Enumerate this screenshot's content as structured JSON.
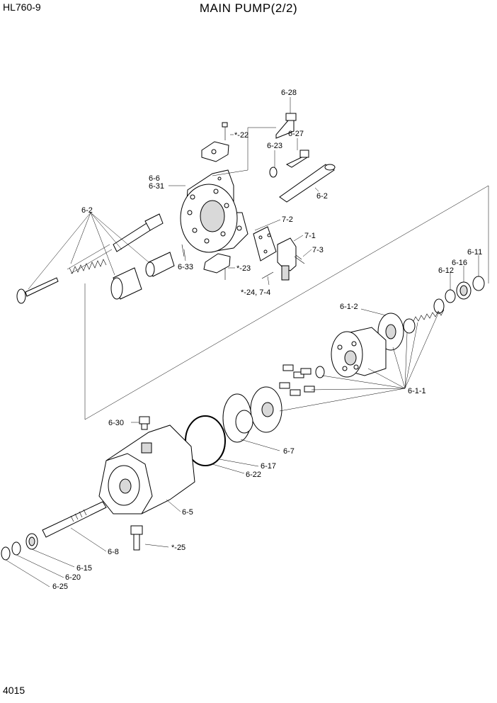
{
  "header": {
    "model": "HL760-9",
    "title": "MAIN PUMP(2/2)"
  },
  "footer": {
    "page_number": "4015"
  },
  "callouts": {
    "c6_28": "6-28",
    "c22": "*-22",
    "c6_27": "6-27",
    "c6_23": "6-23",
    "c6_6": "6-6",
    "c6_31": "6-31",
    "c6_2a": "6-2",
    "c6_2b": "6-2",
    "c7_2": "7-2",
    "c7_1": "7-1",
    "c7_3": "7-3",
    "c6_33": "6-33",
    "c23": "*-23",
    "c24": "*-24, 7-4",
    "c6_11": "6-11",
    "c6_16": "6-16",
    "c6_12": "6-12",
    "c6_1_2": "6-1-2",
    "c6_1_1": "6-1-1",
    "c6_30": "6-30",
    "c6_7": "6-7",
    "c6_17": "6-17",
    "c6_22": "6-22",
    "c6_5": "6-5",
    "c25": "*-25",
    "c6_8": "6-8",
    "c6_15": "6-15",
    "c6_20": "6-20",
    "c6_25": "6-25"
  }
}
